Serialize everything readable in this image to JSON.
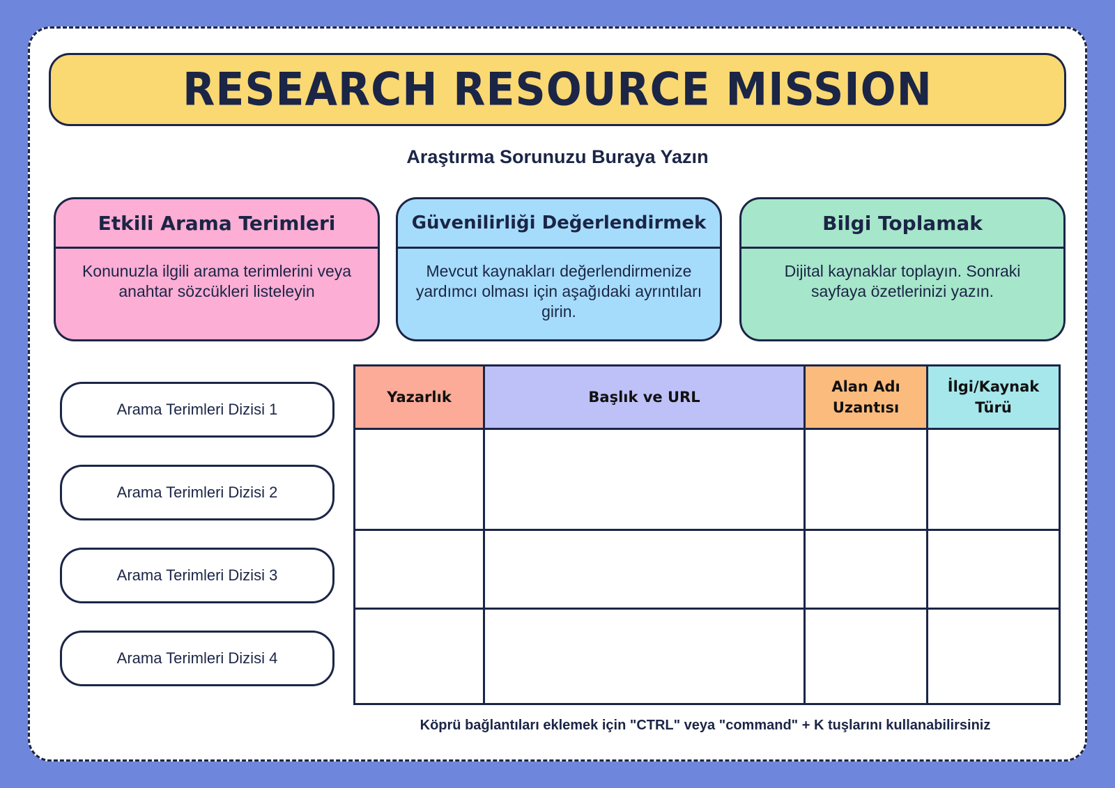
{
  "title": "RESEARCH RESOURCE MISSION",
  "subtitle": "Araştırma Sorunuzu Buraya Yazın",
  "boxes": [
    {
      "heading": "Etkili Arama Terimleri",
      "body": "Konunuzla ilgili arama terimlerini veya anahtar sözcükleri listeleyin"
    },
    {
      "heading": "Güvenilirliği Değerlendirmek",
      "body": "Mevcut kaynakları değerlendirmenize yardımcı olması için aşağıdaki ayrıntıları girin."
    },
    {
      "heading": "Bilgi Toplamak",
      "body": "Dijital kaynaklar toplayın. Sonraki sayfaya özetlerinizi yazın."
    }
  ],
  "search_sets": [
    "Arama Terimleri Dizisi 1",
    "Arama Terimleri Dizisi 2",
    "Arama Terimleri Dizisi 3",
    "Arama Terimleri Dizisi 4"
  ],
  "table": {
    "headers": [
      "Yazarlık",
      "Başlık ve URL",
      "Alan Adı Uzantısı",
      "İlgi/Kaynak Türü"
    ],
    "rows": [
      [
        "",
        "",
        "",
        ""
      ],
      [
        "",
        "",
        "",
        ""
      ],
      [
        "",
        "",
        "",
        ""
      ]
    ]
  },
  "footnote": "Köprü bağlantıları eklemek için \"CTRL\" veya \"command\" + K tuşlarını kullanabilirsiniz",
  "colors": {
    "background": "#6f86dd",
    "navy": "#1b2546",
    "title_yellow": "#fad872",
    "pink": "#fcaed4",
    "blue": "#a6dcfb",
    "green": "#a6e6ca",
    "col_authorship": "#fbab97",
    "col_title_url": "#bec0f8",
    "col_domain": "#fbbb7c",
    "col_relevance": "#a6e7ec"
  }
}
